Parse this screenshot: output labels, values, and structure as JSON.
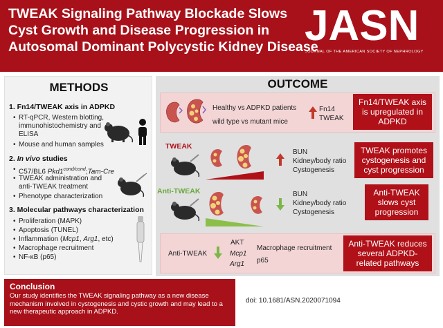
{
  "header": {
    "title_lines": [
      "TWEAK Signaling Pathway Blockade Slows",
      "Cyst Growth and Disease Progression in",
      "Autosomal Dominant Polycystic Kidney Disease"
    ],
    "logo": "JASN",
    "logo_sub": "JOURNAL OF THE AMERICAN SOCIETY OF NEPHROLOGY"
  },
  "methods": {
    "title": "METHODS",
    "sections": [
      {
        "heading": "1. Fn14/TWEAK axis in ADPKD",
        "items": [
          "RT-qPCR, Western blotting,\nimmunohistochemistry and\nELISA",
          "Mouse and human samples"
        ]
      },
      {
        "heading_prefix": "2. ",
        "heading_italic": "In vivo",
        "heading_suffix": " studies",
        "items": [
          "C57/BL6 Pkd1cond/cond;Tam-Cre",
          "TWEAK administration and\nanti-TWEAK treatment",
          "Phenotype characterization"
        ]
      },
      {
        "heading": "3. Molecular pathways characterization",
        "items": [
          "Proliferation (MAPK)",
          "Apoptosis (TUNEL)",
          "Inflammation (Mcp1, Arg1, etc)",
          "Macrophage recruitment",
          "NF-κB (p65)"
        ]
      }
    ],
    "mouse_line": {
      "prefix": "C57/BL6 ",
      "gene": "Pkd1",
      "sup": "cond/cond",
      "suffix": ";",
      "tam": "Tam-Cre"
    },
    "inflammation": {
      "prefix": "Inflammation (",
      "g1": "Mcp1",
      "sep": ", ",
      "g2": "Arg1",
      "suffix": ", etc)"
    }
  },
  "outcome": {
    "title": "OUTCOME",
    "row1": {
      "line1": "Healthy vs ADPKD patients",
      "line2": "wild type vs mutant mice",
      "markers": "Fn14\nTWEAK",
      "result": "Fn14/TWEAK axis\nis upregulated in\nADPKD"
    },
    "row2": {
      "label": "TWEAK",
      "params": "BUN\nKidney/body ratio\nCystogenesis",
      "result": "TWEAK promotes\ncystogenesis and\ncyst progression"
    },
    "row3": {
      "label": "Anti-TWEAK",
      "params": "BUN\nKidney/body ratio\nCystogenesis",
      "result": "Anti-TWEAK\nslows cyst\nprogression"
    },
    "row4": {
      "label": "Anti-TWEAK",
      "akt": "AKT",
      "mcp1": "Mcp1",
      "arg1": "Arg1",
      "macro": "Macrophage recruitment",
      "p65": "p65",
      "result": "Anti-TWEAK reduces\nseveral ADPKD-\nrelated pathways"
    }
  },
  "conclusion": {
    "title": "Conclusion",
    "text": "Our study identifies the TWEAK signaling pathway as a new disease mechanism involved in cystogenesis and cystic growth and may lead to a new therapeutic approach in ADPKD."
  },
  "doi": "doi: 10.1681/ASN.2020071094",
  "colors": {
    "brand_red": "#a8111a",
    "pink": "#f3d5d6",
    "green": "#6aa83e",
    "arrow_red": "#c0392b",
    "kidney": "#c9544f"
  }
}
